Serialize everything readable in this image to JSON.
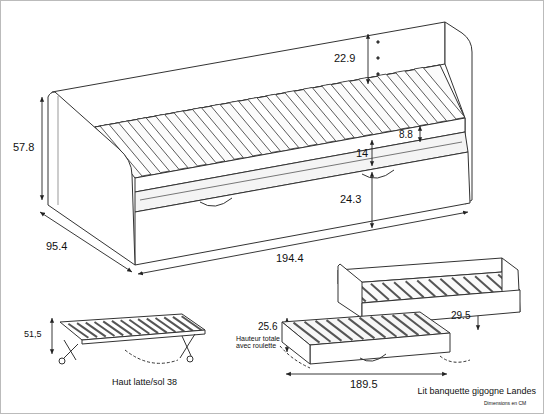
{
  "diagram": {
    "caption": "Lit banquette gigogne Landes",
    "labels": [
      "22.9",
      "57.8",
      "8.8",
      "14",
      "24.3",
      "95.4",
      "194.4",
      "51,5",
      "Haut latte/sol 38",
      "25.6",
      "Hauteur totale avec roulette",
      "189.5",
      "29.5",
      "Dimensions en CM"
    ]
  }
}
